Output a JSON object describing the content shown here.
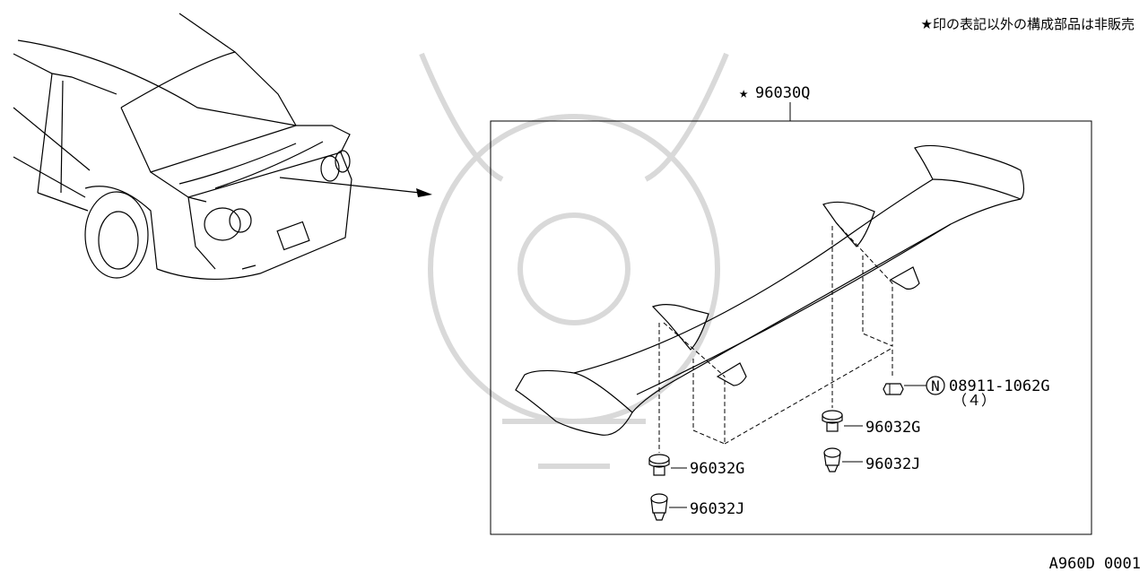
{
  "note": "★印の表記以外の構成部品は非販売",
  "assembly": {
    "star": "★",
    "part_no": "96030Q"
  },
  "callouts": {
    "bolt_front": "96032G",
    "clip_front": "96032J",
    "bolt_rear": "96032G",
    "clip_rear": "96032J",
    "nut_symbol": "N",
    "nut_part_no": "08911-1062G",
    "nut_qty": "（４）"
  },
  "diagram_id": "A960D 0001"
}
